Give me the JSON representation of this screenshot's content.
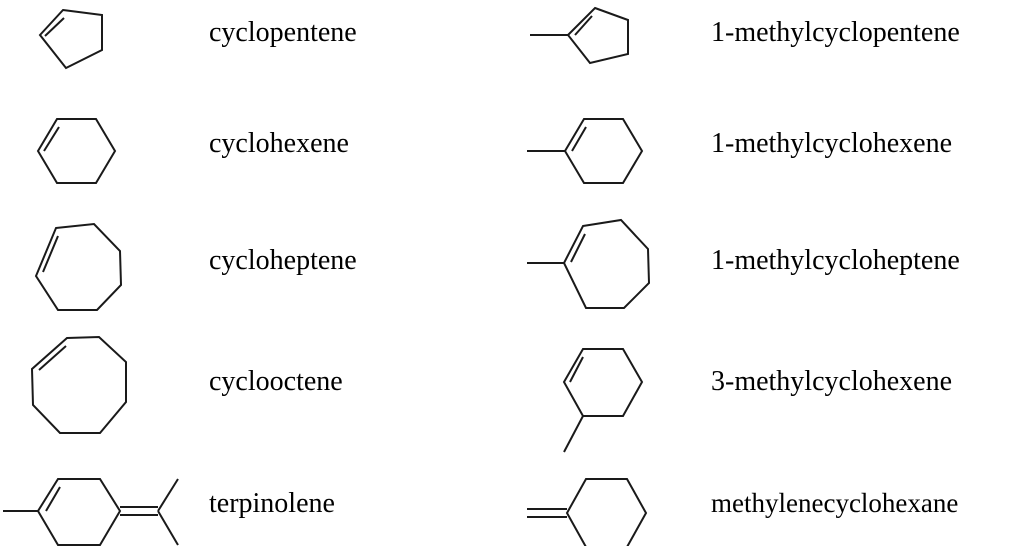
{
  "compounds": {
    "cyclopentene": "cyclopentene",
    "methylcyclopentene": "1-methylcyclopentene",
    "cyclohexene": "cyclohexene",
    "methylcyclohexene": "1-methylcyclohexene",
    "cycloheptene": "cycloheptene",
    "methylcycloheptene": "1-methylcycloheptene",
    "cyclooctene": "cyclooctene",
    "methylcyclohexene3": "3-methylcyclohexene",
    "terpinolene": "terpinolene",
    "methylenecyclohexane": "methylenecyclohexane"
  },
  "style": {
    "line_color": "#1a1a1a",
    "text_color": "#000000",
    "background": "#ffffff"
  }
}
